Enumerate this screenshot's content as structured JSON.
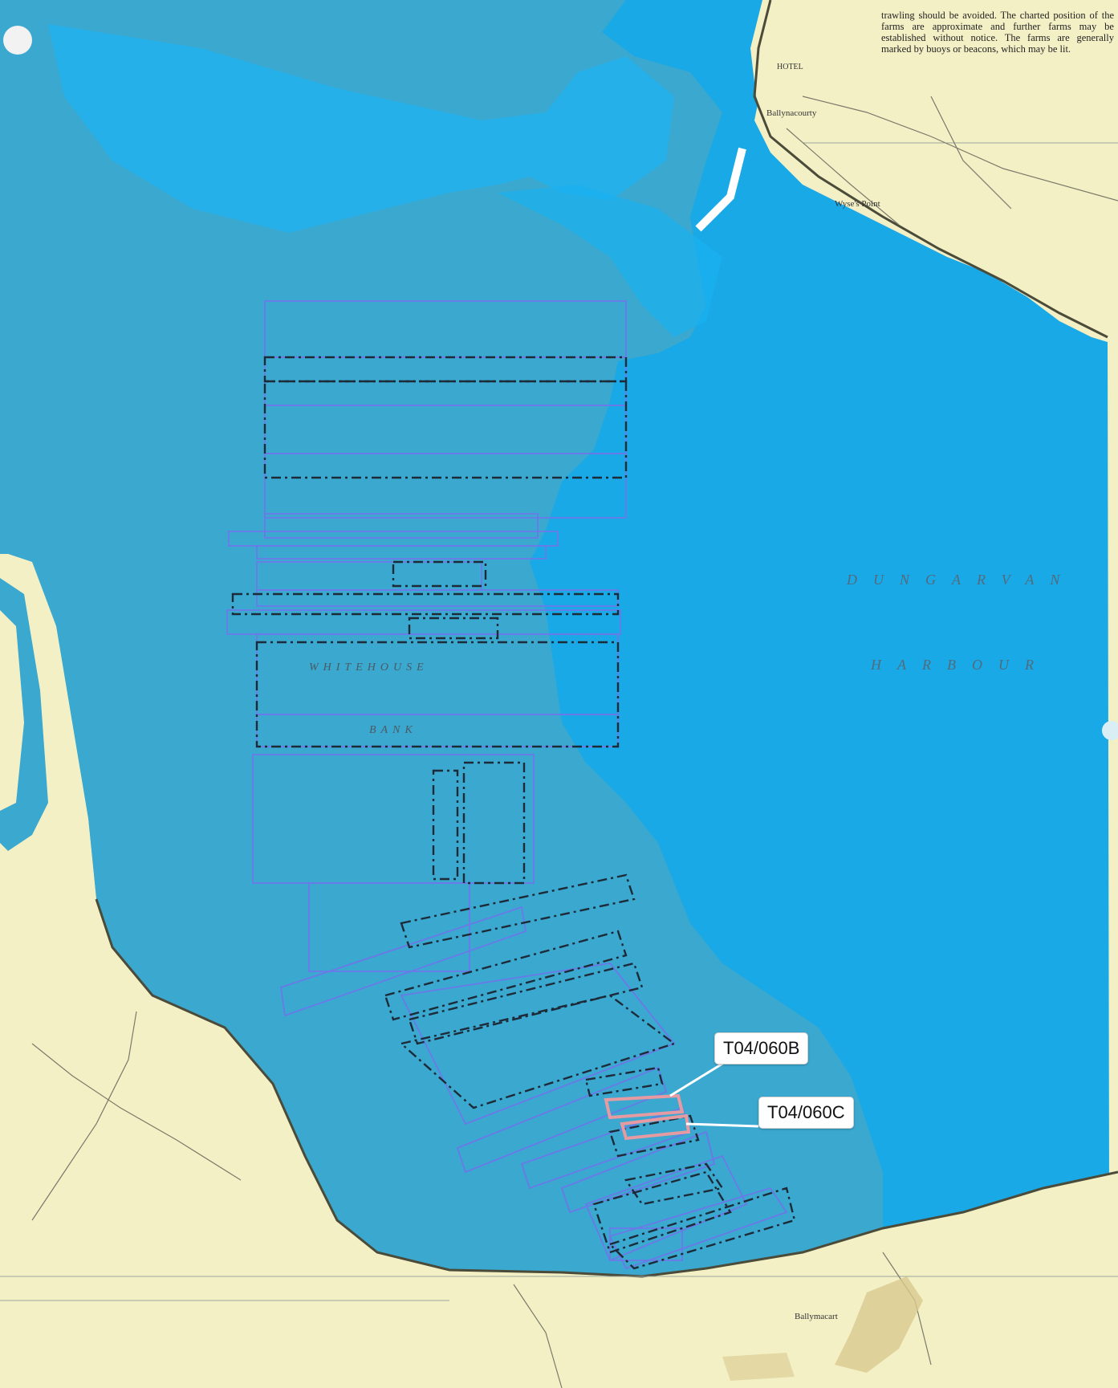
{
  "map": {
    "notice_text": "trawling should be avoided. The charted position of the farms are approximate and further farms may be established without notice. The farms are generally marked by buoys or beacons, which may be lit.",
    "water_name_line1": "DUNGARVAN",
    "water_name_line2": "HARBOUR",
    "bank_name_line1": "WHITEHOUSE",
    "bank_name_line2": "BANK",
    "places": {
      "ballynacourty": "Ballynacourty",
      "wyses_point": "Wyse's Point",
      "ballymacart": "Ballymacart",
      "hotel": "HOTEL"
    },
    "callouts": [
      {
        "id": "T04/060B",
        "text": "T04/060B"
      },
      {
        "id": "T04/060C",
        "text": "T04/060C"
      }
    ],
    "colors": {
      "deep_water": "#18a9e6",
      "shallow_water": "#3aa8cf",
      "land": "#f4f0c6",
      "site_outline": "#6b79e8",
      "site_dashed": "#1d2a38",
      "highlight": "#e69aa2"
    }
  }
}
